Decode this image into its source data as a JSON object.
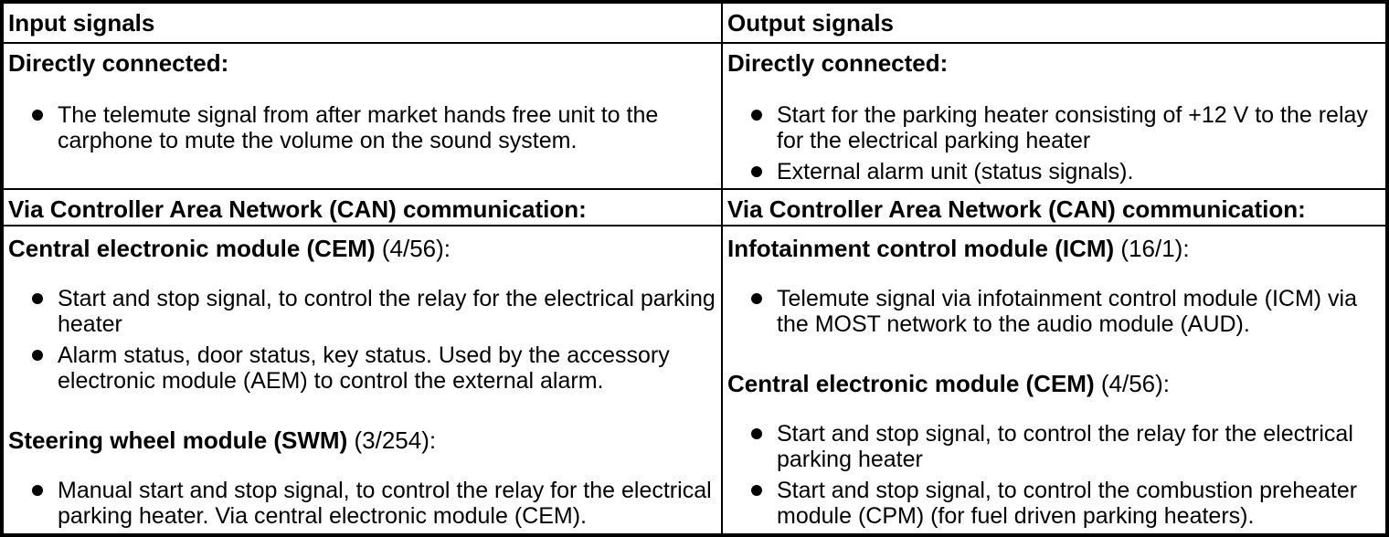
{
  "colors": {
    "text": "#000000",
    "background": "#ffffff",
    "border": "#000000"
  },
  "table": {
    "columns": [
      {
        "header": "Input signals",
        "directly": {
          "heading": "Directly connected:",
          "bullets": [
            "The telemute signal from after market hands free unit to the carphone to mute the volume on the sound system."
          ]
        },
        "can_heading": "Via Controller Area Network (CAN) communication:",
        "modules": [
          {
            "name": "Central electronic module (CEM)",
            "address": "(4/56):",
            "bullets": [
              "Start and stop signal, to control the relay for the electrical parking heater",
              "Alarm status, door status, key status. Used by the accessory electronic module (AEM) to control the external alarm."
            ]
          },
          {
            "name": "Steering wheel module (SWM)",
            "address": "(3/254):",
            "bullets": [
              "Manual start and stop signal, to control the relay for the electrical parking heater. Via central electronic module (CEM)."
            ]
          }
        ]
      },
      {
        "header": "Output signals",
        "directly": {
          "heading": "Directly connected:",
          "bullets": [
            "Start for the parking heater consisting of +12 V to the relay for the electrical parking heater",
            "External alarm unit (status signals)."
          ]
        },
        "can_heading": "Via Controller Area Network (CAN) communication:",
        "modules": [
          {
            "name": "Infotainment control module (ICM)",
            "address": "(16/1):",
            "bullets": [
              "Telemute signal via infotainment control module (ICM) via the MOST network to the audio module (AUD)."
            ]
          },
          {
            "name": "Central electronic module (CEM)",
            "address": "(4/56):",
            "bullets": [
              "Start and stop signal, to control the relay for the electrical parking heater",
              "Start and stop signal, to control the combustion preheater module (CPM) (for fuel driven parking heaters)."
            ]
          }
        ]
      }
    ]
  }
}
